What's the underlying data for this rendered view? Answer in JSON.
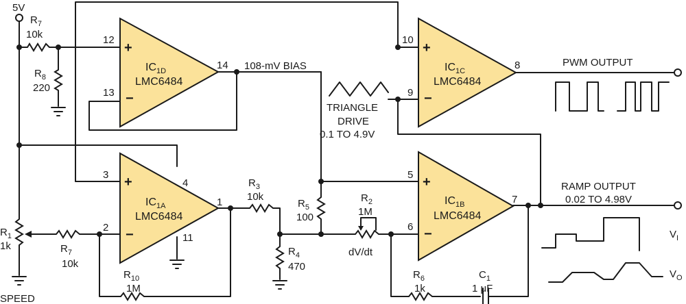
{
  "supply": {
    "label": "5V"
  },
  "resistors": {
    "r7_top": {
      "name": "R",
      "sub": "7",
      "value": "10k"
    },
    "r8": {
      "name": "R",
      "sub": "8",
      "value": "220"
    },
    "r1": {
      "name": "R",
      "sub": "1",
      "value": "1k"
    },
    "r7_bottom": {
      "name": "R",
      "sub": "7",
      "value": "10k"
    },
    "r10": {
      "name": "R",
      "sub": "10",
      "value": "1M"
    },
    "r3": {
      "name": "R",
      "sub": "3",
      "value": "10k"
    },
    "r4": {
      "name": "R",
      "sub": "4",
      "value": "470"
    },
    "r5": {
      "name": "R",
      "sub": "5",
      "value": "100"
    },
    "r2": {
      "name": "R",
      "sub": "2",
      "value": "1M"
    },
    "r6": {
      "name": "R",
      "sub": "6",
      "value": "1k"
    }
  },
  "capacitor": {
    "name": "C",
    "sub": "1",
    "value": "1 μF"
  },
  "opamps": {
    "ic1d": {
      "name": "IC",
      "sub": "1D",
      "part": "LMC6484",
      "pin_plus": "12",
      "pin_minus": "13",
      "pin_out": "14"
    },
    "ic1a": {
      "name": "IC",
      "sub": "1A",
      "part": "LMC6484",
      "pin_plus": "3",
      "pin_minus": "2",
      "pin_out": "1",
      "pin_vplus": "4",
      "pin_gnd": "11"
    },
    "ic1c": {
      "name": "IC",
      "sub": "1C",
      "part": "LMC6484",
      "pin_plus": "10",
      "pin_minus": "9",
      "pin_out": "8"
    },
    "ic1b": {
      "name": "IC",
      "sub": "1B",
      "part": "LMC6484",
      "pin_plus": "5",
      "pin_minus": "6",
      "pin_out": "7"
    }
  },
  "annotations": {
    "bias": "108-mV BIAS",
    "triangle_1": "TRIANGLE",
    "triangle_2": "DRIVE",
    "triangle_3": "0.1 TO 4.9V",
    "pwm": "PWM OUTPUT",
    "ramp_1": "RAMP OUTPUT",
    "ramp_2": "0.02 TO 4.98V",
    "dvdt": "dV/dt",
    "speed": "SPEED",
    "vi": "V",
    "vi_sub": "I",
    "vo": "V",
    "vo_sub": "O"
  }
}
